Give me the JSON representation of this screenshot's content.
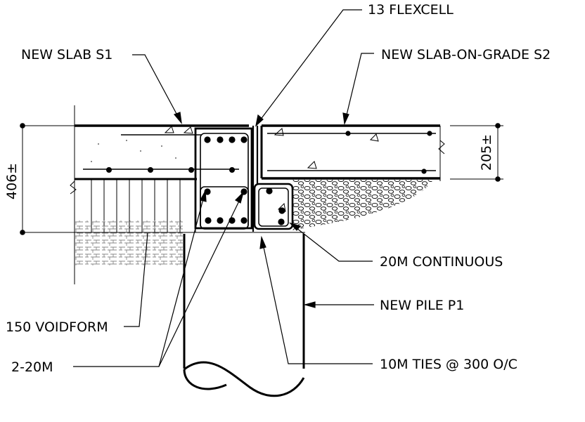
{
  "labels": {
    "flexcell": "13 FLEXCELL",
    "slab_s1": "NEW SLAB S1",
    "slab_s2": "NEW SLAB-ON-GRADE S2",
    "continuous": "20M CONTINUOUS",
    "pile": "NEW PILE P1",
    "voidform": "150 VOIDFORM",
    "bars": "2-20M",
    "ties": "10M TIES @ 300 O/C"
  },
  "dimensions": {
    "left": "406±",
    "right": "205±"
  }
}
